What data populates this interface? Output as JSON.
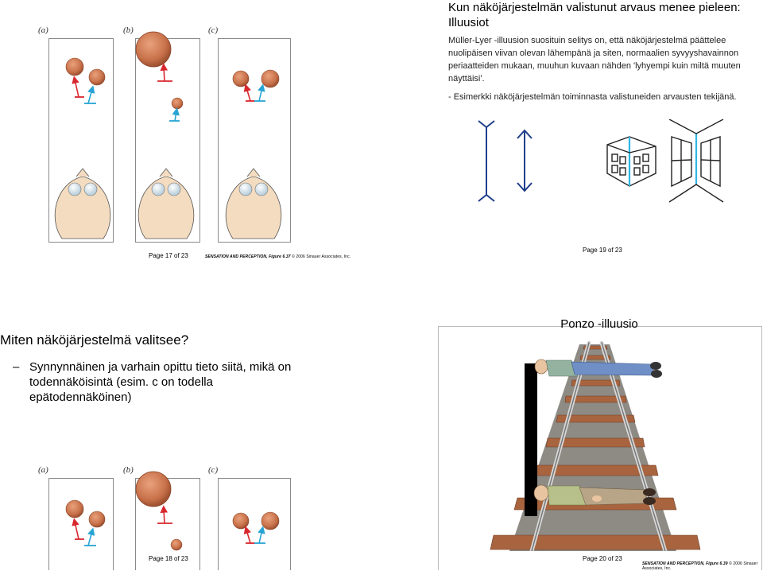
{
  "slide17": {
    "panel_labels": [
      "(a)",
      "(b)",
      "(c)"
    ],
    "page_label": "Page 17 of 23",
    "credit_main": "SENSATION AND PERCEPTION, Figure 6.37",
    "credit_copy": "© 2006 Sinauer Associates, Inc."
  },
  "slide19": {
    "title": "Kun näköjärjestelmän valistunut arvaus menee pieleen: Illuusiot",
    "paragraph1": "Müller-Lyer -illuusion suosituin selitys on, että näköjärjestelmä päättelee nuolipäisen viivan olevan lähempänä ja siten, normaalien syvyyshavainnon periaatteiden mukaan, muuhun kuvaan nähden 'lyhyempi kuin miltä muuten näyttäisi'.",
    "paragraph2": "- Esimerkki näköjärjestelmän toiminnasta valistuneiden arvausten tekijänä.",
    "page_label": "Page 19 of 23"
  },
  "slide18": {
    "title": "Miten näköjärjestelmä valitsee?",
    "bullet": "Synnynnäinen ja varhain opittu tieto siitä, mikä on todennäköisintä (esim. c on todella epätodennäköinen)",
    "panel_labels": [
      "(a)",
      "(b)",
      "(c)"
    ],
    "page_label": "Page 18 of 23"
  },
  "slide20": {
    "title": "Ponzo -illuusio",
    "page_label": "Page 20 of 23",
    "credit_main": "SENSATION AND PERCEPTION, Figure 6.39",
    "credit_copy": "© 2006 Sinauer Associates, Inc."
  },
  "colors": {
    "arrow_red": "#d8272e",
    "arrow_blue": "#27a4d4",
    "coin": "#c8714a",
    "head": "#f4dcc0",
    "eye": "#cfe0ea",
    "mullerlyer": "#1f3f8a",
    "room_cyan": "#2fb6e6"
  }
}
